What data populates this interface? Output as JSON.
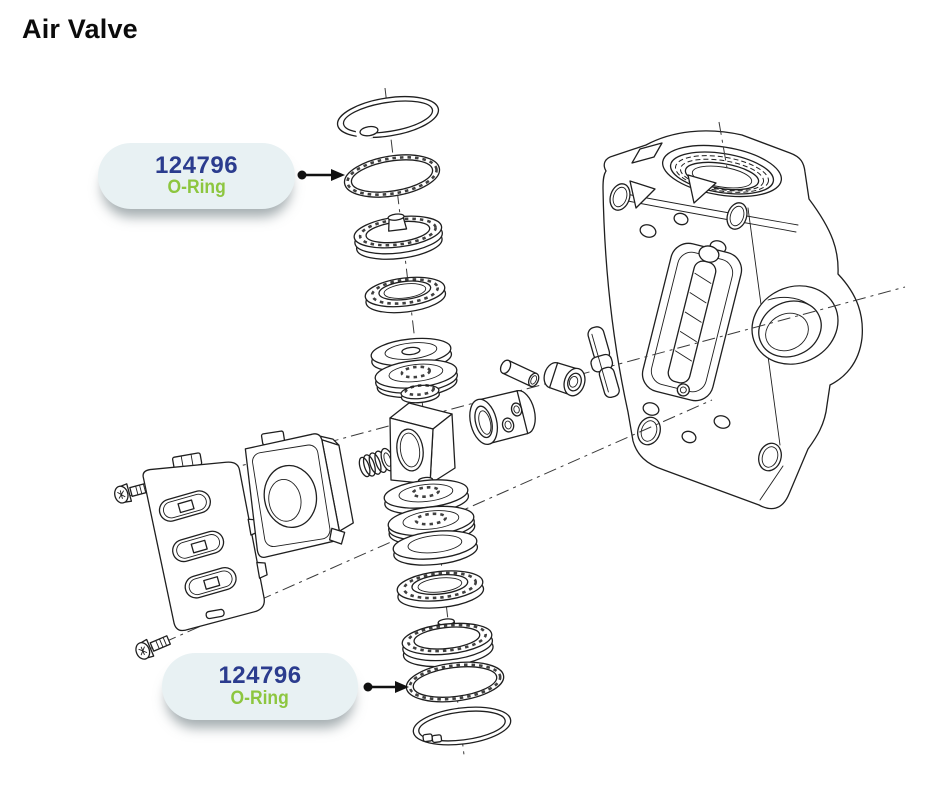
{
  "page": {
    "title": "Air Valve"
  },
  "callouts": {
    "top": {
      "part_number": "124796",
      "part_name": "O-Ring"
    },
    "bottom": {
      "part_number": "124796",
      "part_name": "O-Ring"
    }
  },
  "colors": {
    "part_number_text": "#2b3c8e",
    "part_name_text": "#8dc63f",
    "callout_pill_bg": "#e8f1f3",
    "diagram_line": "#1f1f1f"
  }
}
